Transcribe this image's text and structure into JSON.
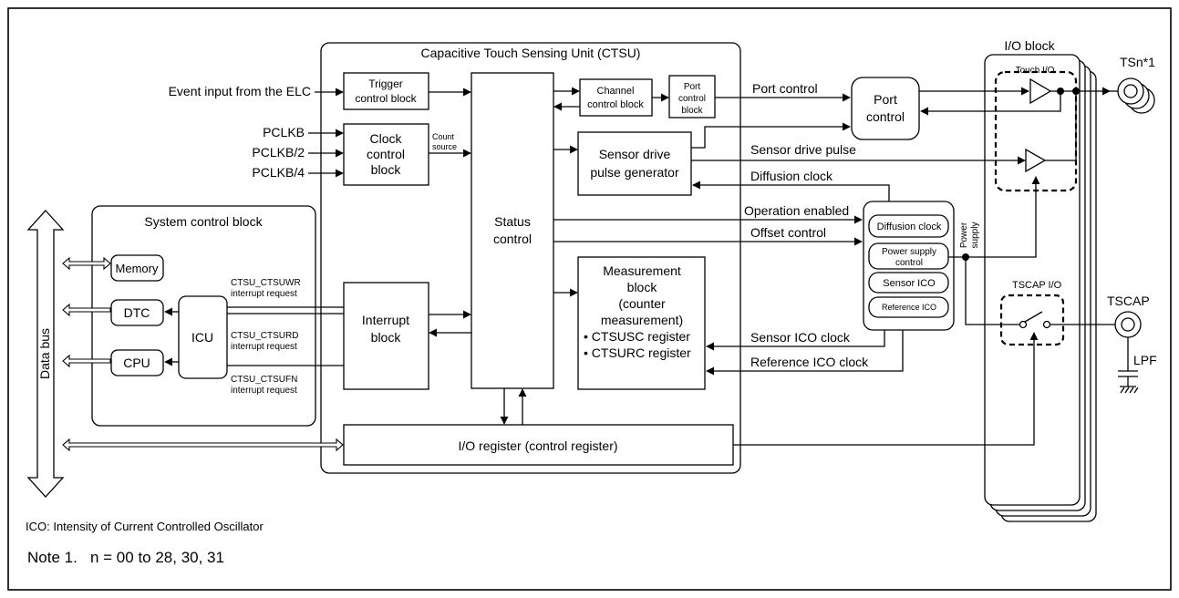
{
  "ctsu": {
    "title": "Capacitive Touch Sensing Unit (CTSU)"
  },
  "trigger": {
    "line1": "Trigger",
    "line2": "control block"
  },
  "clock": {
    "line1": "Clock",
    "line2": "control",
    "line3": "block",
    "count1": "Count",
    "count2": "source"
  },
  "status": {
    "line1": "Status",
    "line2": "control"
  },
  "channel": {
    "line1": "Channel",
    "line2": "control block"
  },
  "port_ctrl_block": {
    "line1": "Port",
    "line2": "control",
    "line3": "block"
  },
  "sensor_drive": {
    "line1": "Sensor drive",
    "line2": "pulse generator"
  },
  "measurement": {
    "line1": "Measurement",
    "line2": "block",
    "line3": "(counter",
    "line4": "measurement)",
    "reg1": "• CTSUSC register",
    "reg2": "• CTSURC register"
  },
  "interrupt": {
    "line1": "Interrupt",
    "line2": "block"
  },
  "ioreg": {
    "label": "I/O register (control register)"
  },
  "system": {
    "title": "System control block",
    "memory": "Memory",
    "dtc": "DTC",
    "cpu": "CPU",
    "icu": "ICU",
    "wr1": "CTSU_CTSUWR",
    "wr2": "interrupt request",
    "rd1": "CTSU_CTSURD",
    "rd2": "interrupt request",
    "fn1": "CTSU_CTSUFN",
    "fn2": "interrupt request"
  },
  "data_bus": "Data bus",
  "inputs": {
    "elc": "Event input from the ELC",
    "pclkb": "PCLKB",
    "pclkb2": "PCLKB/2",
    "pclkb4": "PCLKB/4"
  },
  "signals": {
    "port_control": "Port control",
    "sensor_drive_pulse": "Sensor drive pulse",
    "diffusion_clock": "Diffusion clock",
    "operation_enabled": "Operation enabled",
    "offset_control": "Offset control",
    "sensor_ico_clock": "Sensor ICO clock",
    "reference_ico_clock": "Reference ICO clock"
  },
  "port_control_box": {
    "line1": "Port",
    "line2": "control"
  },
  "analog": {
    "diffusion": "Diffusion clock",
    "power1": "Power supply",
    "power2": "control",
    "sensor_ico": "Sensor ICO",
    "reference_ico": "Reference ICO"
  },
  "power_supply": {
    "line1": "Power",
    "line2": "supply"
  },
  "io_block": {
    "title": "I/O block",
    "touch_io": "Touch I/O",
    "tscap_io": "TSCAP I/O"
  },
  "pins": {
    "tsn": "TSn*1",
    "tscap": "TSCAP",
    "lpf": "LPF"
  },
  "footnote": {
    "ico": "ICO: Intensity of Current Controlled Oscillator",
    "note": "Note 1.   n = 00 to 28, 30, 31"
  }
}
